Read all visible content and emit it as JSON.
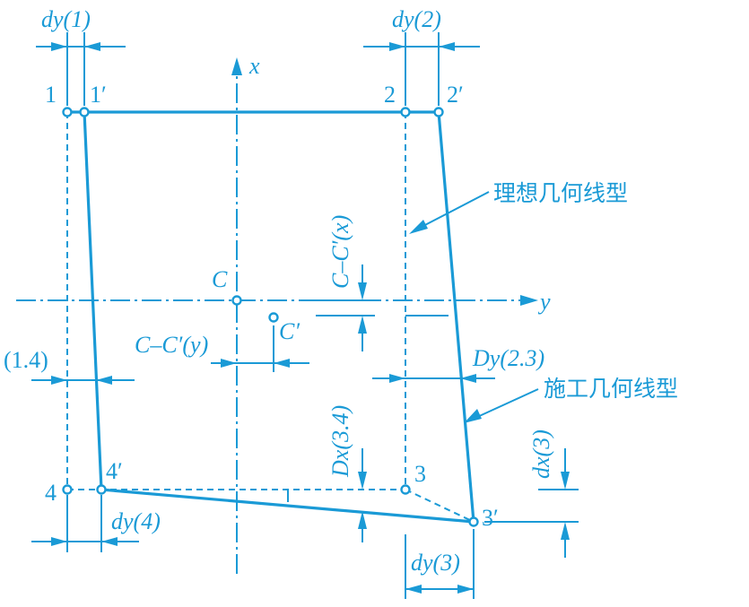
{
  "labels": {
    "dy1": "dy(1)",
    "dy2": "dy(2)",
    "dy3": "dy(3)",
    "dy4": "dy(4)",
    "dx3": "dx(3)",
    "p1": "1",
    "p1p": "1′",
    "p2": "2",
    "p2p": "2′",
    "p3": "3",
    "p3p": "3′",
    "p4": "4",
    "p4p": "4′",
    "axis_x": "x",
    "axis_y": "y",
    "center_c": "C",
    "center_cp": "C′",
    "c_shift_x": "C–C′(x)",
    "c_shift_y": "C–C′(y)",
    "left_offset": "(1.4)",
    "dy23": "Dy(2.3)",
    "dx34": "Dx(3.4)",
    "ideal_geometry": "理想几何线型",
    "construction_geometry": "施工几何线型"
  },
  "colors": {
    "line": "#1a9ad6",
    "background": "#ffffff"
  }
}
